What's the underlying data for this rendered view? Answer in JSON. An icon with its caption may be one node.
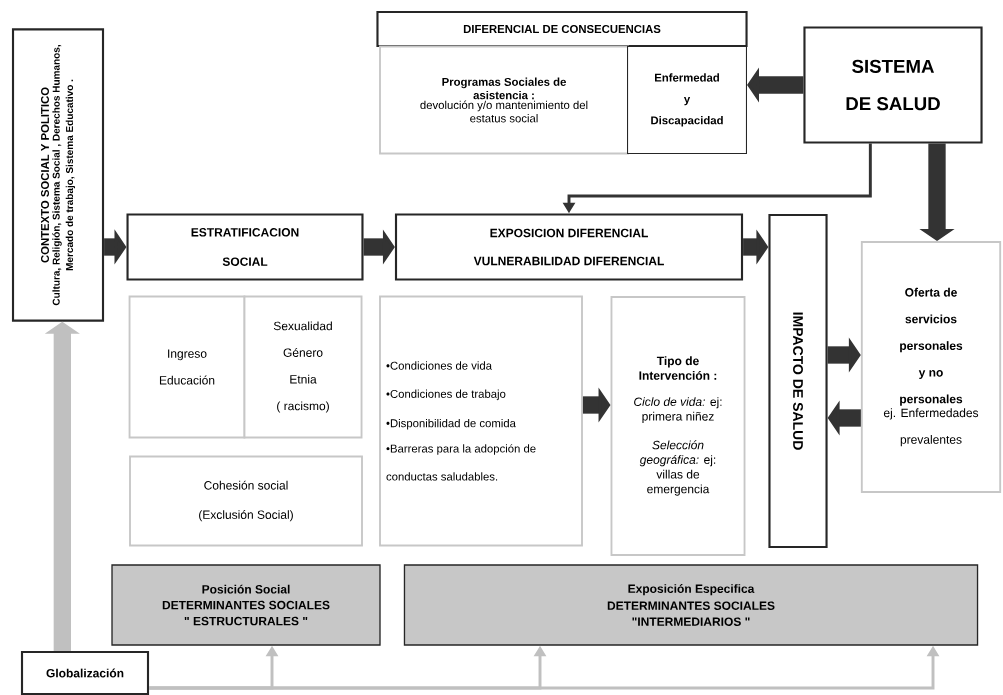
{
  "diagram": {
    "nodes": [
      {
        "text": [
          "CONTEXTO SOCIAL Y POLITICO",
          "Cultura, Religión, Sistema Social , Derechos Humanos, Mercado de trabajo, Sistema Educativo ."
        ]
      },
      {
        "text": [
          "DIFERENCIAL DE CONSECUENCIAS"
        ]
      },
      {
        "text": [
          "Programas Sociales de asistencia :",
          "devolución y/o mantenimiento del estatus social"
        ]
      },
      {
        "text": [
          "Enfermedad y Discapacidad"
        ]
      },
      {
        "text": [
          "SISTEMA DE SALUD"
        ]
      },
      {
        "text": [
          "ESTRATIFICACION SOCIAL"
        ]
      },
      {
        "text": [
          "EXPOSICION DIFERENCIAL",
          "VULNERABILIDAD DIFERENCIAL"
        ]
      },
      {
        "text": [
          "IMPACTO DE SALUD"
        ]
      },
      {
        "text": [
          "Oferta de servicios personales y no personales",
          "ej. Enfermedades prevalentes"
        ]
      },
      {
        "text": [
          "Ingreso Educación"
        ]
      },
      {
        "text": [
          "Sexualidad Género Etnia ( racismo)"
        ]
      },
      {
        "text": [
          "Cohesión social (Exclusión Social)"
        ]
      },
      {
        "text": [
          "•Condiciones de vida",
          "•Condiciones de trabajo",
          "•Disponibilidad de comida",
          "•Barreras para la adopción de conductas saludables."
        ]
      },
      {
        "text": [
          "Tipo de Intervención :",
          "*Ciclo de vida:* ej: primera niñez",
          "*Selección geográfica:* ej: villas de emergencia"
        ]
      },
      {
        "text": [
          "Posición Social",
          "DETERMINANTES SOCIALES",
          "\" ESTRUCTURALES \""
        ]
      },
      {
        "text": [
          "Exposición Especifica",
          "DETERMINANTES SOCIALES",
          "\"INTERMEDIARIOS \""
        ]
      },
      {
        "text": [
          "Globalización"
        ]
      }
    ],
    "edges": [
      {
        "from": 0,
        "to": 5,
        "arrow": "to"
      },
      {
        "from": 5,
        "to": 6,
        "arrow": "to"
      },
      {
        "from": 6,
        "to": 7,
        "arrow": "to"
      },
      {
        "from": 4,
        "to": 3,
        "arrow": "to"
      },
      {
        "from": 4,
        "to": 6,
        "arrow": "to"
      },
      {
        "from": 4,
        "to": 8,
        "arrow": "to"
      },
      {
        "from": 7,
        "to": 8,
        "arrow": "to"
      },
      {
        "from": 8,
        "to": 7,
        "arrow": "to"
      },
      {
        "from": 12,
        "to": 13,
        "arrow": "to"
      },
      {
        "from": 16,
        "to": 0,
        "arrow": "to",
        "color": "#c0c0c0"
      },
      {
        "from": 16,
        "to": 14,
        "arrow": "to",
        "color": "#c0c0c0"
      },
      {
        "from": 16,
        "to": 15,
        "arrow": "to",
        "color": "#c0c0c0"
      },
      {
        "from": 16,
        "to": 15,
        "arrow": "to",
        "color": "#c0c0c0"
      }
    ]
  }
}
